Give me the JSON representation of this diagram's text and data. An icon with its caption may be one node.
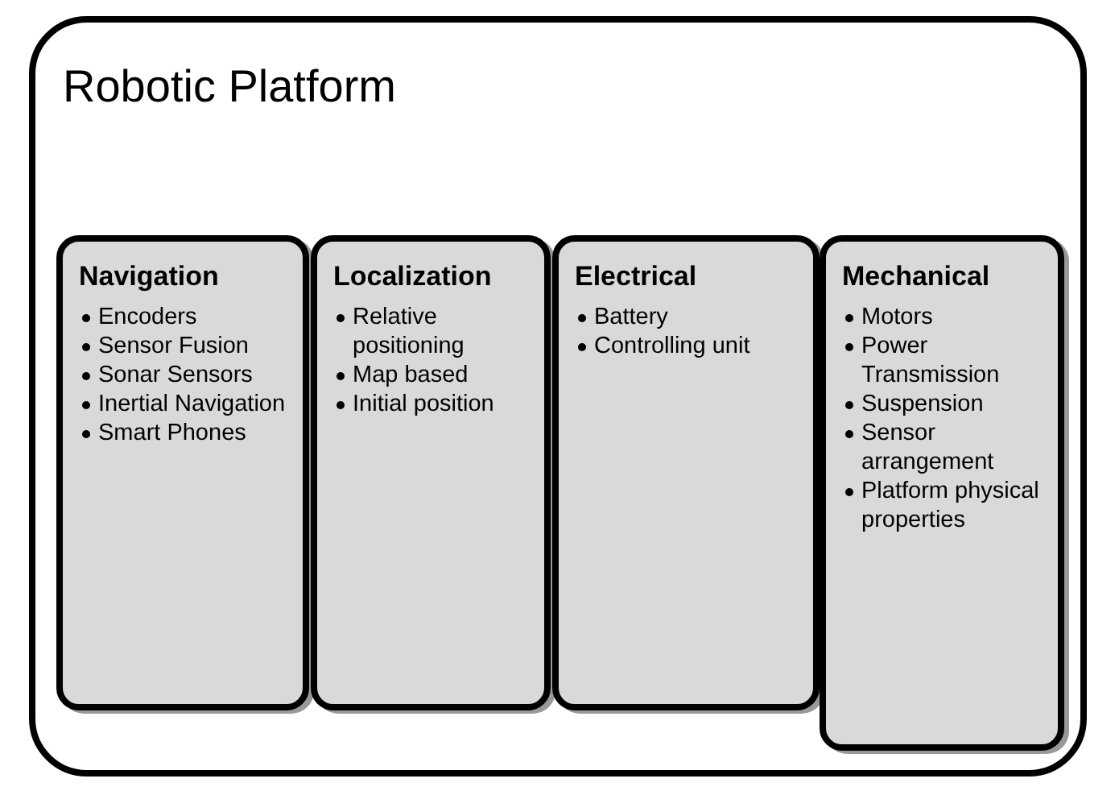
{
  "diagram": {
    "nodes": [
      {
        "text": [
          "Robotic Platform"
        ]
      },
      {
        "text": [
          "Navigation",
          "Encoders",
          "Sensor Fusion",
          "Sonar Sensors",
          "Inertial Navigation",
          "Smart Phones"
        ],
        "in": 0
      },
      {
        "text": [
          "Localization",
          "Relative positioning",
          "Map based",
          "Initial position"
        ],
        "in": 0
      },
      {
        "text": [
          "Electrical",
          "Battery",
          "Controlling unit"
        ],
        "in": 0
      },
      {
        "text": [
          "Mechanical",
          "Motors",
          "Power Transmission",
          "Suspension",
          "Sensor arrangement",
          "Platform physical properties"
        ],
        "in": 0
      }
    ]
  }
}
